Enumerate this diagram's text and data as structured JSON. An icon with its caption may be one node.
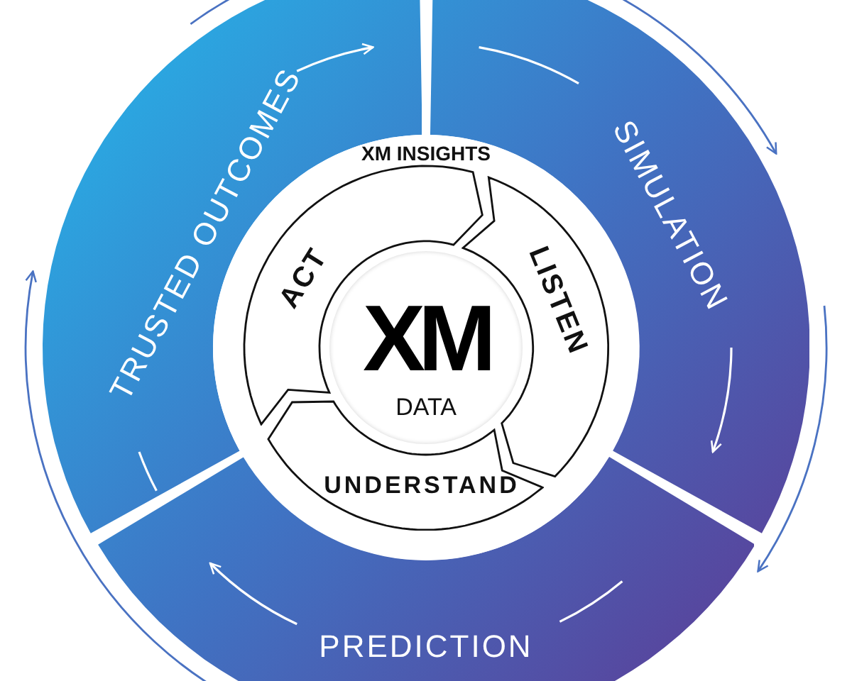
{
  "diagram": {
    "nodes": [
      {
        "text": [
          "TRUSTED OUTCOMES"
        ]
      },
      {
        "text": [
          "SIMULATION"
        ]
      },
      {
        "text": [
          "PREDICTION"
        ]
      },
      {
        "text": [
          "XM INSIGHTS"
        ]
      },
      {
        "text": [
          "ACT"
        ],
        "in": 3
      },
      {
        "text": [
          "LISTEN"
        ],
        "in": 3
      },
      {
        "text": [
          "UNDERSTAND"
        ],
        "in": 3
      },
      {
        "text": [
          "XM",
          "DATA"
        ],
        "in": 3
      }
    ],
    "edges": [
      {
        "from": 0,
        "to": 1,
        "arrow": "to"
      },
      {
        "from": 1,
        "to": 2,
        "arrow": "to"
      },
      {
        "from": 2,
        "to": 0,
        "arrow": "to"
      }
    ]
  }
}
